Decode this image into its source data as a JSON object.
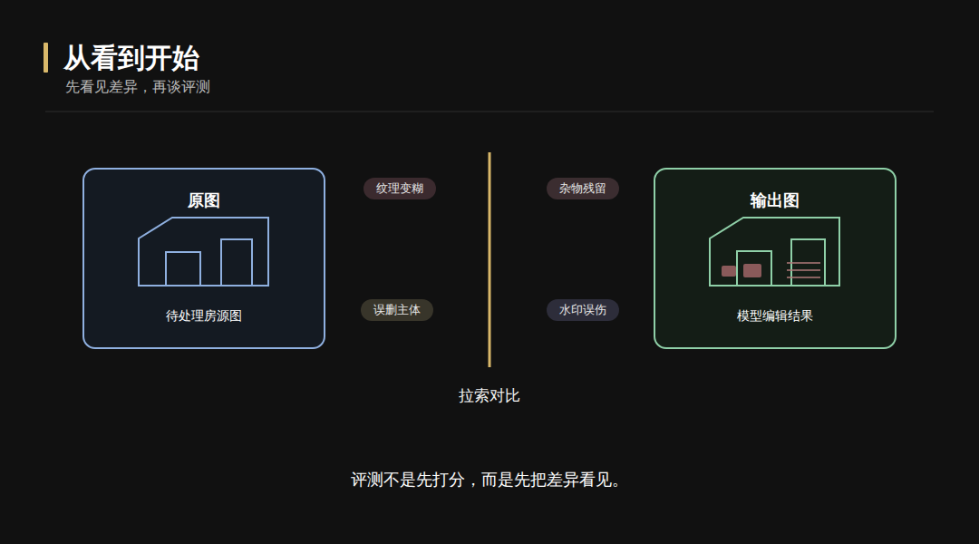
{
  "diagram": {
    "title": "从看到开始",
    "caption": "评测不是先打分，而是先把差异看见。",
    "nodes": [
      {
        "text": [
          "原图",
          "待处理房源图"
        ]
      },
      {
        "text": [
          "纹理变糊"
        ]
      },
      {
        "text": [
          "杂物残留"
        ]
      },
      {
        "text": [
          "输出图",
          "模型编辑结果"
        ]
      },
      {
        "text": [
          "误删主体"
        ]
      },
      {
        "text": [
          "水印误伤"
        ]
      }
    ],
    "labels": [
      "先看见差异，再谈评测",
      "拉索对比"
    ]
  }
}
